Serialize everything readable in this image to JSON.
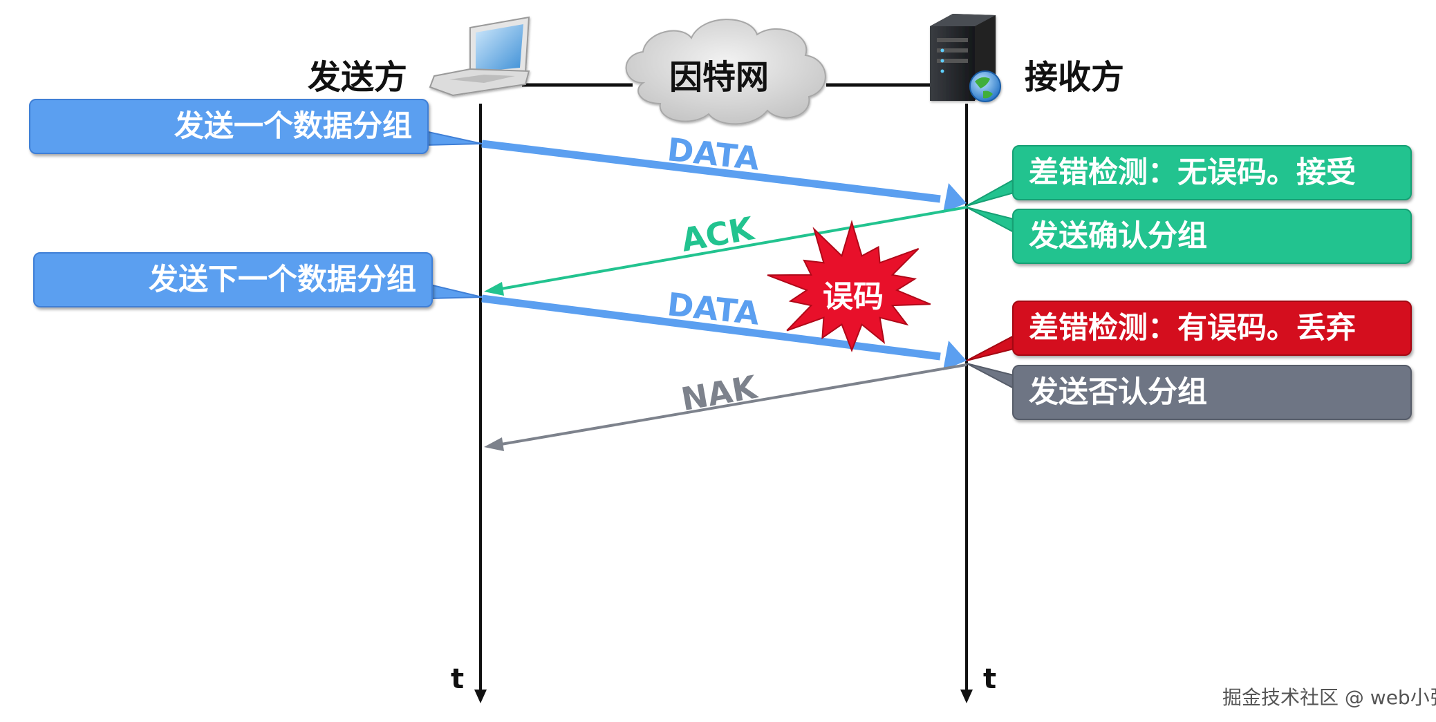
{
  "sender": {
    "label": "发送方"
  },
  "receiver": {
    "label": "接收方"
  },
  "network": {
    "label": "因特网"
  },
  "axis": {
    "sender_time_label": "t",
    "receiver_time_label": "t"
  },
  "sender_callouts": {
    "send_first": "发送一个数据分组",
    "send_next": "发送下一个数据分组"
  },
  "receiver_callouts": {
    "check_ok": "差错检测：无误码。接受",
    "send_ack": "发送确认分组",
    "check_error": "差错检测：有误码。丢弃",
    "send_nak": "发送否认分组"
  },
  "arrows": {
    "data1": "DATA",
    "ack": "ACK",
    "data2": "DATA",
    "nak": "NAK"
  },
  "error_burst": {
    "label": "误码"
  },
  "watermark": "掘金技术社区 @ web小张",
  "colors": {
    "data": "#5b9ff0",
    "ack": "#22c38f",
    "error": "#d40e1e",
    "nak": "#7d828c",
    "burst": "#e8102a"
  }
}
